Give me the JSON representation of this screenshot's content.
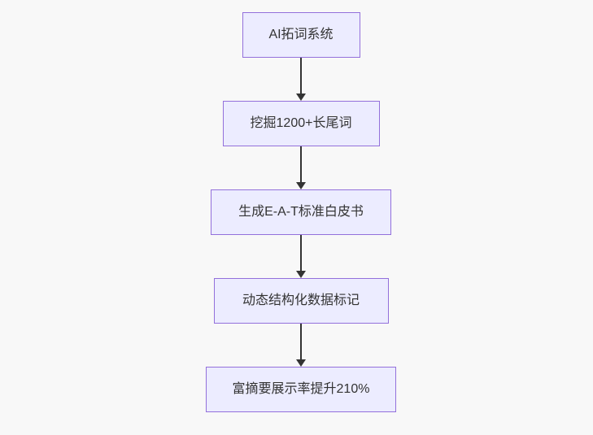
{
  "diagram": {
    "type": "flowchart",
    "direction": "top-down",
    "nodes": [
      {
        "label": "AI拓词系统"
      },
      {
        "label": "挖掘1200+长尾词"
      },
      {
        "label": "生成E-A-T标准白皮书"
      },
      {
        "label": "动态结构化数据标记"
      },
      {
        "label": "富摘要展示率提升210%"
      }
    ],
    "edges": [
      {
        "from": "AI拓词系统",
        "to": "挖掘1200+长尾词"
      },
      {
        "from": "挖掘1200+长尾词",
        "to": "生成E-A-T标准白皮书"
      },
      {
        "from": "生成E-A-T标准白皮书",
        "to": "动态结构化数据标记"
      },
      {
        "from": "动态结构化数据标记",
        "to": "富摘要展示率提升210%"
      }
    ],
    "colors": {
      "background": "#f8f8f8",
      "node_fill": "#ececff",
      "node_border": "#9370db",
      "arrow": "#333333",
      "text": "#333333"
    }
  }
}
